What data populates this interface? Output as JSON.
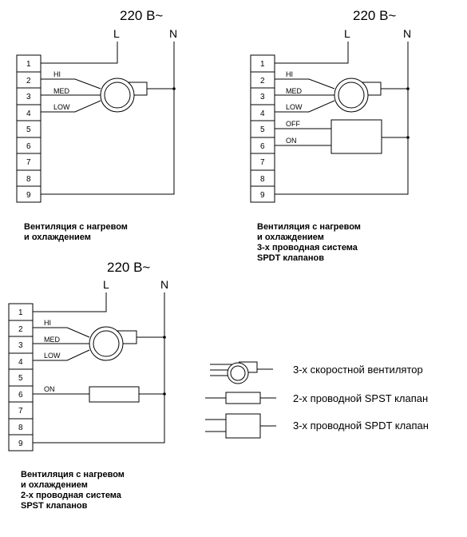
{
  "diagrams": [
    {
      "id": "heat-cool",
      "voltage": "220 В~",
      "line": "L",
      "neutral": "N",
      "terminals": [
        "1",
        "2",
        "3",
        "4",
        "5",
        "6",
        "7",
        "8",
        "9"
      ],
      "speed_labels": [
        "HI",
        "MED",
        "LOW"
      ],
      "valve_labels": [],
      "caption": [
        "Вентиляция с нагревом",
        "и охлаждением"
      ]
    },
    {
      "id": "heat-cool-3wire-spdt",
      "voltage": "220 В~",
      "line": "L",
      "neutral": "N",
      "terminals": [
        "1",
        "2",
        "3",
        "4",
        "5",
        "6",
        "7",
        "8",
        "9"
      ],
      "speed_labels": [
        "HI",
        "MED",
        "LOW"
      ],
      "valve_labels": [
        "OFF",
        "ON"
      ],
      "caption": [
        "Вентиляция с нагревом",
        "и охлаждением",
        "3-х проводная система",
        "SPDT клапанов"
      ]
    },
    {
      "id": "heat-cool-2wire-spst",
      "voltage": "220 В~",
      "line": "L",
      "neutral": "N",
      "terminals": [
        "1",
        "2",
        "3",
        "4",
        "5",
        "6",
        "7",
        "8",
        "9"
      ],
      "speed_labels": [
        "HI",
        "MED",
        "LOW"
      ],
      "valve_labels": [
        "ON"
      ],
      "caption": [
        "Вентиляция с нагревом",
        "и охлаждением",
        "2-х проводная система",
        "SPST клапанов"
      ]
    }
  ],
  "legend": [
    {
      "symbol": "fan-icon",
      "text": "3-х скоростной вентилятор"
    },
    {
      "symbol": "spst-valve-icon",
      "text": "2-х проводной  SPST   клапан"
    },
    {
      "symbol": "spdt-valve-icon",
      "text": "3-х проводной  SPDT   клапан"
    }
  ]
}
